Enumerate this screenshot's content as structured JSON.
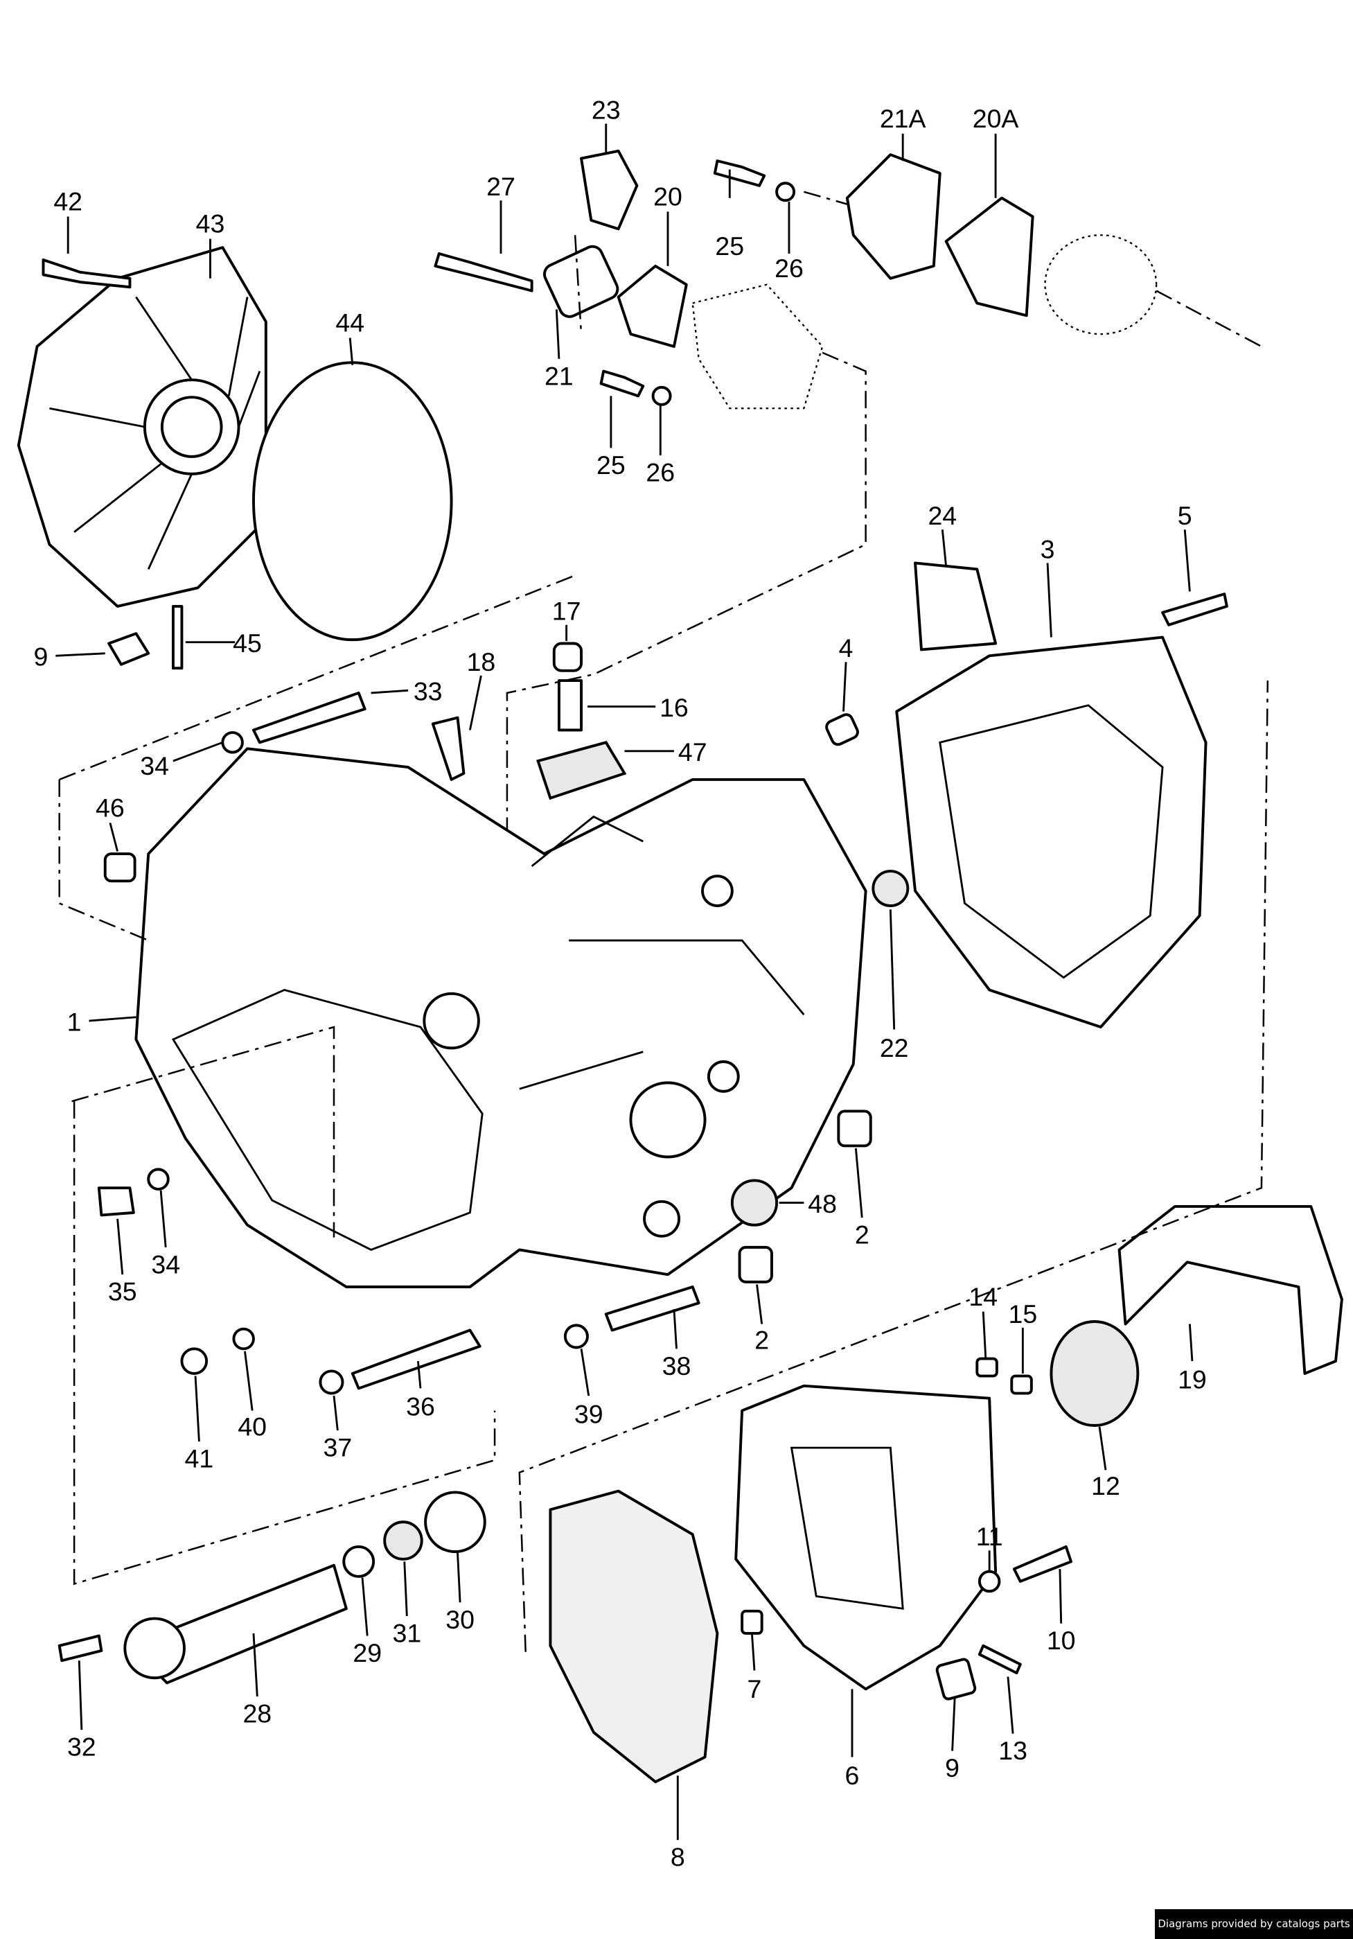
{
  "diagram": {
    "labels": [
      "23",
      "21A",
      "20A",
      "42",
      "43",
      "27",
      "20",
      "25",
      "26",
      "44",
      "21",
      "25",
      "26",
      "24",
      "3",
      "5",
      "17",
      "18",
      "4",
      "9",
      "45",
      "33",
      "16",
      "47",
      "34",
      "46",
      "1",
      "22",
      "48",
      "2",
      "35",
      "34",
      "2",
      "14",
      "15",
      "19",
      "38",
      "39",
      "41",
      "40",
      "36",
      "37",
      "12",
      "11",
      "10",
      "29",
      "31",
      "30",
      "28",
      "32",
      "7",
      "9",
      "13",
      "6",
      "8"
    ]
  },
  "credit": "Diagrams provided by catalogs parts"
}
